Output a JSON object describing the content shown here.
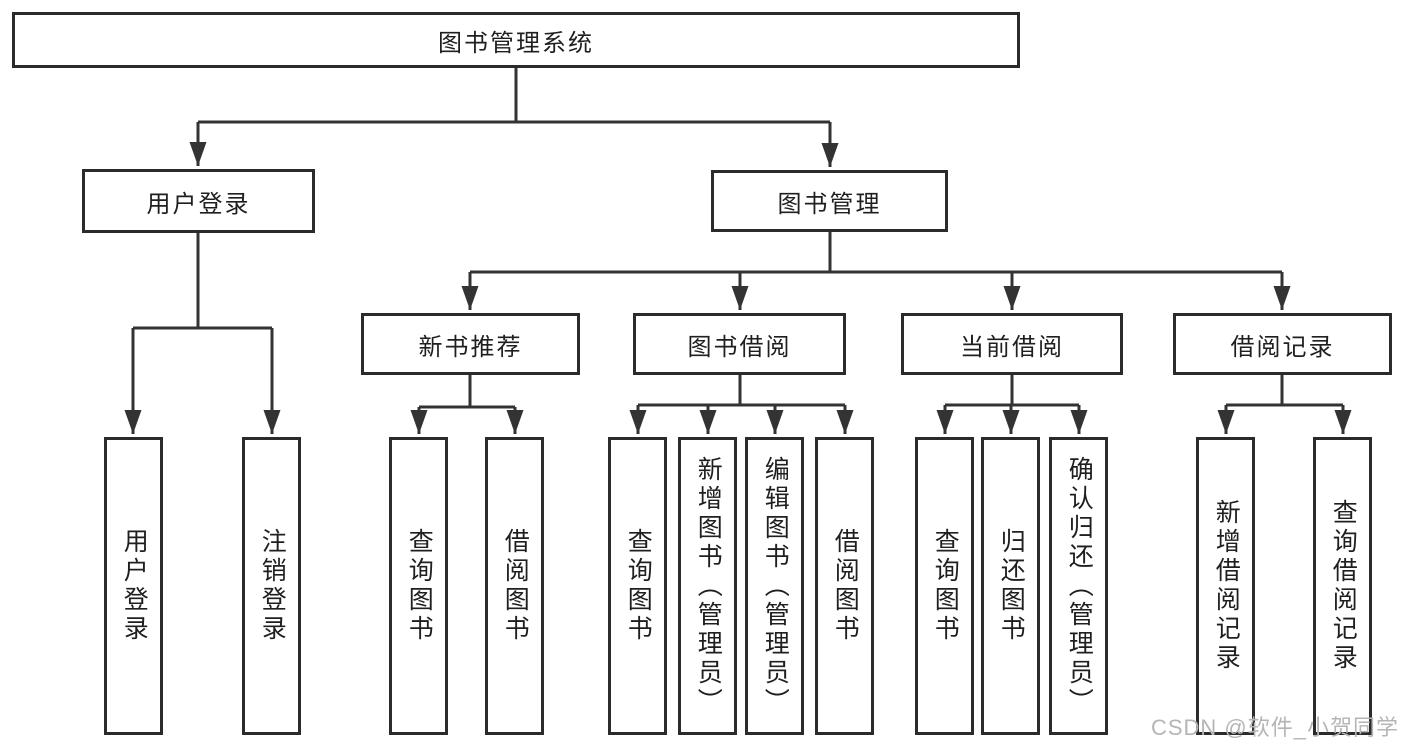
{
  "diagram": {
    "root": {
      "label": "图书管理系统"
    },
    "level2": {
      "user_login": {
        "label": "用户登录"
      },
      "book_management": {
        "label": "图书管理"
      }
    },
    "level3": {
      "new_book_recommend": {
        "label": "新书推荐"
      },
      "book_borrow": {
        "label": "图书借阅"
      },
      "current_borrow": {
        "label": "当前借阅"
      },
      "borrow_records": {
        "label": "借阅记录"
      }
    },
    "leaves": {
      "user_login_leaf": {
        "label": "用户登录"
      },
      "logout": {
        "label": "注销登录"
      },
      "query_books_a": {
        "label": "查询图书"
      },
      "borrow_books_a": {
        "label": "借阅图书"
      },
      "query_books_b": {
        "label": "查询图书"
      },
      "add_book_admin": {
        "label": "新增图书（管理员）"
      },
      "edit_book_admin": {
        "label": "编辑图书（管理员）"
      },
      "borrow_books_b": {
        "label": "借阅图书"
      },
      "query_books_c": {
        "label": "查询图书"
      },
      "return_books": {
        "label": "归还图书"
      },
      "confirm_return_admin": {
        "label": "确认归还（管理员）"
      },
      "add_borrow_record": {
        "label": "新增借阅记录"
      },
      "query_borrow_record": {
        "label": "查询借阅记录"
      }
    }
  },
  "watermark": {
    "text": "CSDN @软件_小贺同学"
  },
  "colors": {
    "line": "#333333",
    "box_border": "#2b2b2b",
    "text": "#1f1f1f",
    "watermark": "#b5b5b5",
    "background": "#ffffff"
  }
}
